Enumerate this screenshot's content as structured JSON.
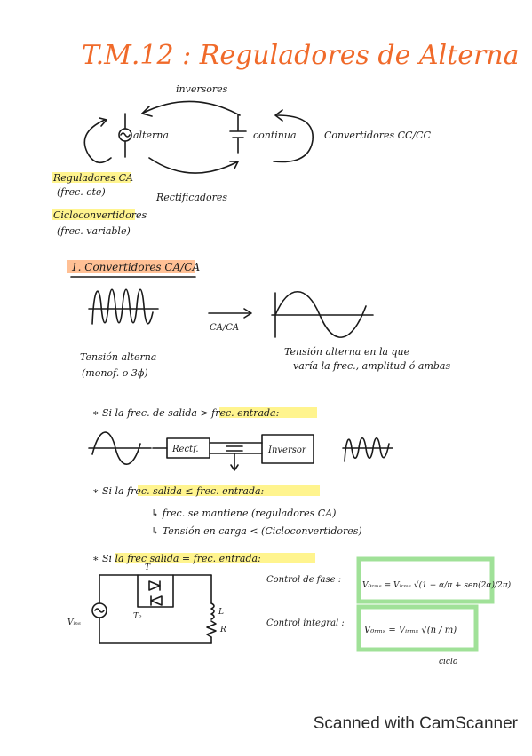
{
  "title": "T.M.12 : Reguladores de Alterna",
  "conversion_diagram": {
    "top_arrow_label": "inversores",
    "left_node": "alterna",
    "right_node": "continua",
    "right_side_label": "Convertidores CC/CC",
    "bottom_arrow_label": "Rectificadores",
    "left_label_1a": "Reguladores CA",
    "left_label_1b": "(frec. cte)",
    "left_label_2a": "Cicloconvertidores",
    "left_label_2b": "(frec. variable)"
  },
  "section1": {
    "heading": "1. Convertidores CA/CA",
    "arrow_label": "CA/CA",
    "left_caption_1": "Tensión alterna",
    "left_caption_2": "(monof. o 3ϕ)",
    "right_caption_1": "Tensión alterna en la que",
    "right_caption_2": "varía la frec., amplitud ó ambas"
  },
  "case_a": {
    "bullet": "∗ Si la frec. de salida > frec. entrada:",
    "block1": "Rectf.",
    "block2": "Inversor"
  },
  "case_b": {
    "bullet": "∗ Si la frec. salida ≤ frec. entrada:",
    "line1": "↳ frec. se mantiene (reguladores CA)",
    "line2": "↳ Tensión en carga < (Cicloconvertidores)"
  },
  "case_c": {
    "bullet": "∗ Si la frec salida = frec. entrada:",
    "labels": {
      "t1": "T",
      "t2": "T₂",
      "l": "L",
      "r": "R",
      "vin": "Vᵢₙₛ"
    },
    "formula1_label": "Control de fase :",
    "formula1": "V₀ᵣₘₛ = Vᵢᵣₘₛ √(1 − α/π + sen(2α)/2π)",
    "formula2_label": "Control integral :",
    "formula2": "V₀ᵣₘₛ = Vᵢᵣₘₛ √(n / m)",
    "formula2_note": "ciclo"
  },
  "footer": "Scanned with CamScanner",
  "colors": {
    "title": "#f06a2a",
    "yellow_highlight": "#fff27a",
    "orange_highlight": "#ffb98a",
    "green_box": "#8fdc86"
  }
}
